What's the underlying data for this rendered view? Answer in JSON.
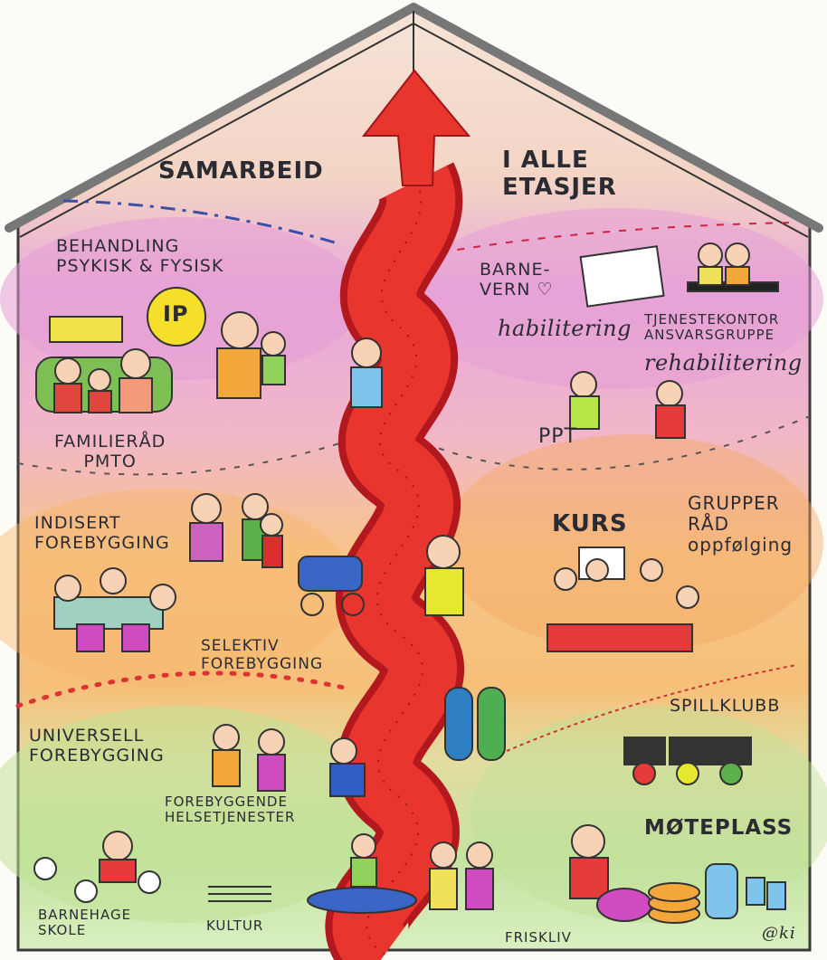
{
  "titles": {
    "left": "SAMARBEID",
    "right": "I ALLE\nETASJER"
  },
  "labels": {
    "behandling": "BEHANDLING\nPSYKISK & FYSISK",
    "ip_badge": "IP",
    "barnevern": "BARNE-\nVERN ♡",
    "habilitering": "habilitering",
    "tjenestekontor": "TJENESTEKONTOR\nANSVARSGRUPPE",
    "rehabilitering": "rehabilitering",
    "familierad": "FAMILIERÅD\nPMTO",
    "ppt": "PPT",
    "indisert": "INDISERT\nFOREBYGGING",
    "kurs": "KURS",
    "grupper": "GRUPPER\nRÅD\noppfølging",
    "selektiv": "SELEKTIV\nFOREBYGGING",
    "spillklubb": "SPILLKLUBB",
    "universell": "UNIVERSELL\nFOREBYGGING",
    "forebyggende": "FOREBYGGENDE\nHELSETJENESTER",
    "moteplass": "MØTEPLASS",
    "barnehage": "BARNEHAGE\nSKOLE",
    "kultur": "KULTUR",
    "friskliv": "FRISKLIV",
    "signature": "@ki"
  },
  "colors": {
    "roof_outline": "#555",
    "stairs": "#d9262b",
    "pink_wash": "#e9a7d6",
    "orange_wash": "#f6c07a",
    "green_wash": "#c9e3a0",
    "sky": "#f4e1d2"
  }
}
